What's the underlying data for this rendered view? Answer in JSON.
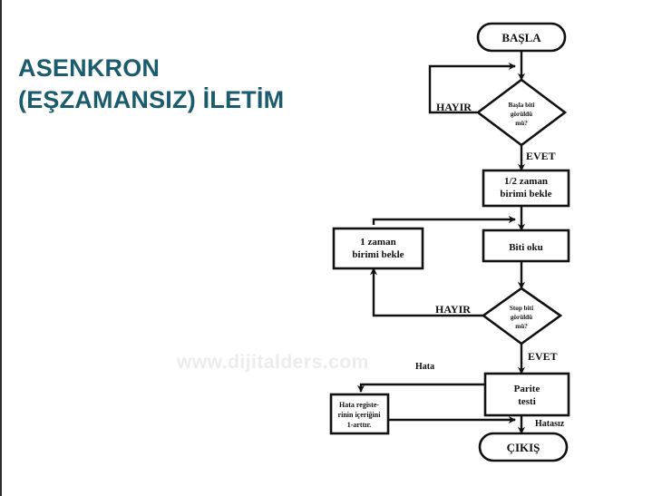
{
  "slide": {
    "title": "ASENKRON\n(EŞZAMANSIZ) İLETİM",
    "title_color": "#1a5b6e",
    "background_color": "#ffffff",
    "watermark": "www.dijitalders.com"
  },
  "flowchart": {
    "nodes": {
      "start": {
        "label": "BAŞLA",
        "shape": "terminator"
      },
      "start_bit_decision": {
        "line1": "Başla biti",
        "line2": "görüldü",
        "line3": "mü?",
        "shape": "decision"
      },
      "half_wait": {
        "line1": "1/2 zaman",
        "line2": "birimi bekle",
        "shape": "process"
      },
      "read_bit": {
        "line1": "Biti oku",
        "shape": "process"
      },
      "one_wait": {
        "line1": "1 zaman",
        "line2": "birimi bekle",
        "shape": "process"
      },
      "stop_bit_decision": {
        "line1": "Stop biti",
        "line2": "görüldü",
        "line3": "mü?",
        "shape": "decision"
      },
      "parity_test": {
        "line1": "Parite",
        "line2": "testi",
        "shape": "process"
      },
      "error_register": {
        "line1": "Hata registe-",
        "line2": "rinin içeriğini",
        "line3": "1-arttır.",
        "shape": "process"
      },
      "exit": {
        "label": "ÇIKIŞ",
        "shape": "terminator"
      }
    },
    "edge_labels": {
      "start_no": "HAYIR",
      "start_yes": "EVET",
      "stop_no": "HAYIR",
      "stop_yes": "EVET",
      "parity_error": "Hata",
      "parity_ok": "Hatasız"
    }
  }
}
